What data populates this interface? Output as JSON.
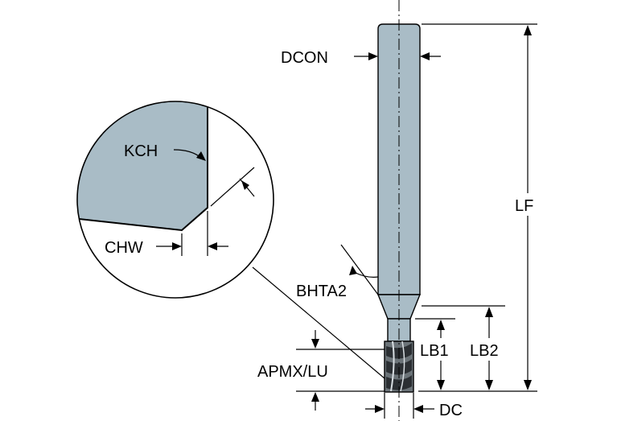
{
  "labels": {
    "dcon": "DCON",
    "kch": "KCH",
    "chw": "CHW",
    "lf": "LF",
    "bhta2": "BHTA2",
    "lb1": "LB1",
    "lb2": "LB2",
    "apmx_lu": "APMX/LU",
    "dc": "DC"
  },
  "colors": {
    "tool_fill": "#a9bcc6",
    "tool_dark": "#555a5e",
    "line": "#000000",
    "background": "#ffffff"
  }
}
